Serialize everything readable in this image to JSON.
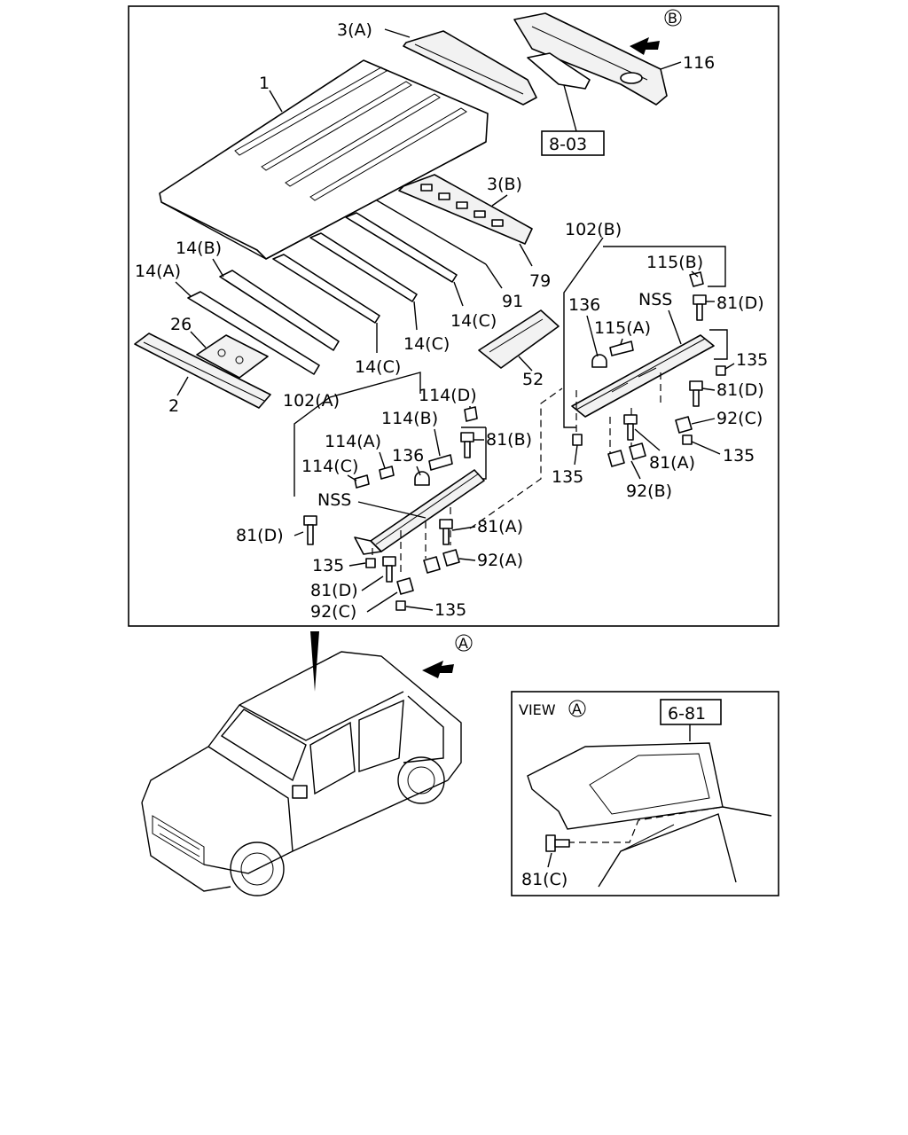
{
  "labels": {
    "p1": "1",
    "p2": "2",
    "p3a": "3(A)",
    "p3b": "3(B)",
    "p14a": "14(A)",
    "p14b": "14(B)",
    "p14c_1": "14(C)",
    "p14c_2": "14(C)",
    "p14c_3": "14(C)",
    "p26": "26",
    "p52": "52",
    "p79": "79",
    "p91": "91",
    "p116": "116",
    "ref803": "8-03",
    "ref681": "6-81",
    "p102a": "102(A)",
    "p102b": "102(B)",
    "p114a": "114(A)",
    "p114b": "114(B)",
    "p114c": "114(C)",
    "p114d": "114(D)",
    "p115a": "115(A)",
    "p115b": "115(B)",
    "p136_l": "136",
    "p136_r": "136",
    "nss_l": "NSS",
    "nss_r": "NSS",
    "p81b": "81(B)",
    "p81a_l": "81(A)",
    "p81a_r": "81(A)",
    "p81d_1": "81(D)",
    "p81d_2": "81(D)",
    "p81d_3": "81(D)",
    "p81d_4": "81(D)",
    "p81c": "81(C)",
    "p92a": "92(A)",
    "p92b": "92(B)",
    "p92c_l": "92(C)",
    "p92c_r": "92(C)",
    "p135_1": "135",
    "p135_2": "135",
    "p135_3": "135",
    "p135_4": "135",
    "p135_5": "135",
    "viewA": "VIEW",
    "markerA": "A",
    "markerA2": "A",
    "markerB": "B"
  },
  "icons": {
    "direction_arrow": "arrow-icon",
    "view_circle": "circle-letter-icon"
  }
}
